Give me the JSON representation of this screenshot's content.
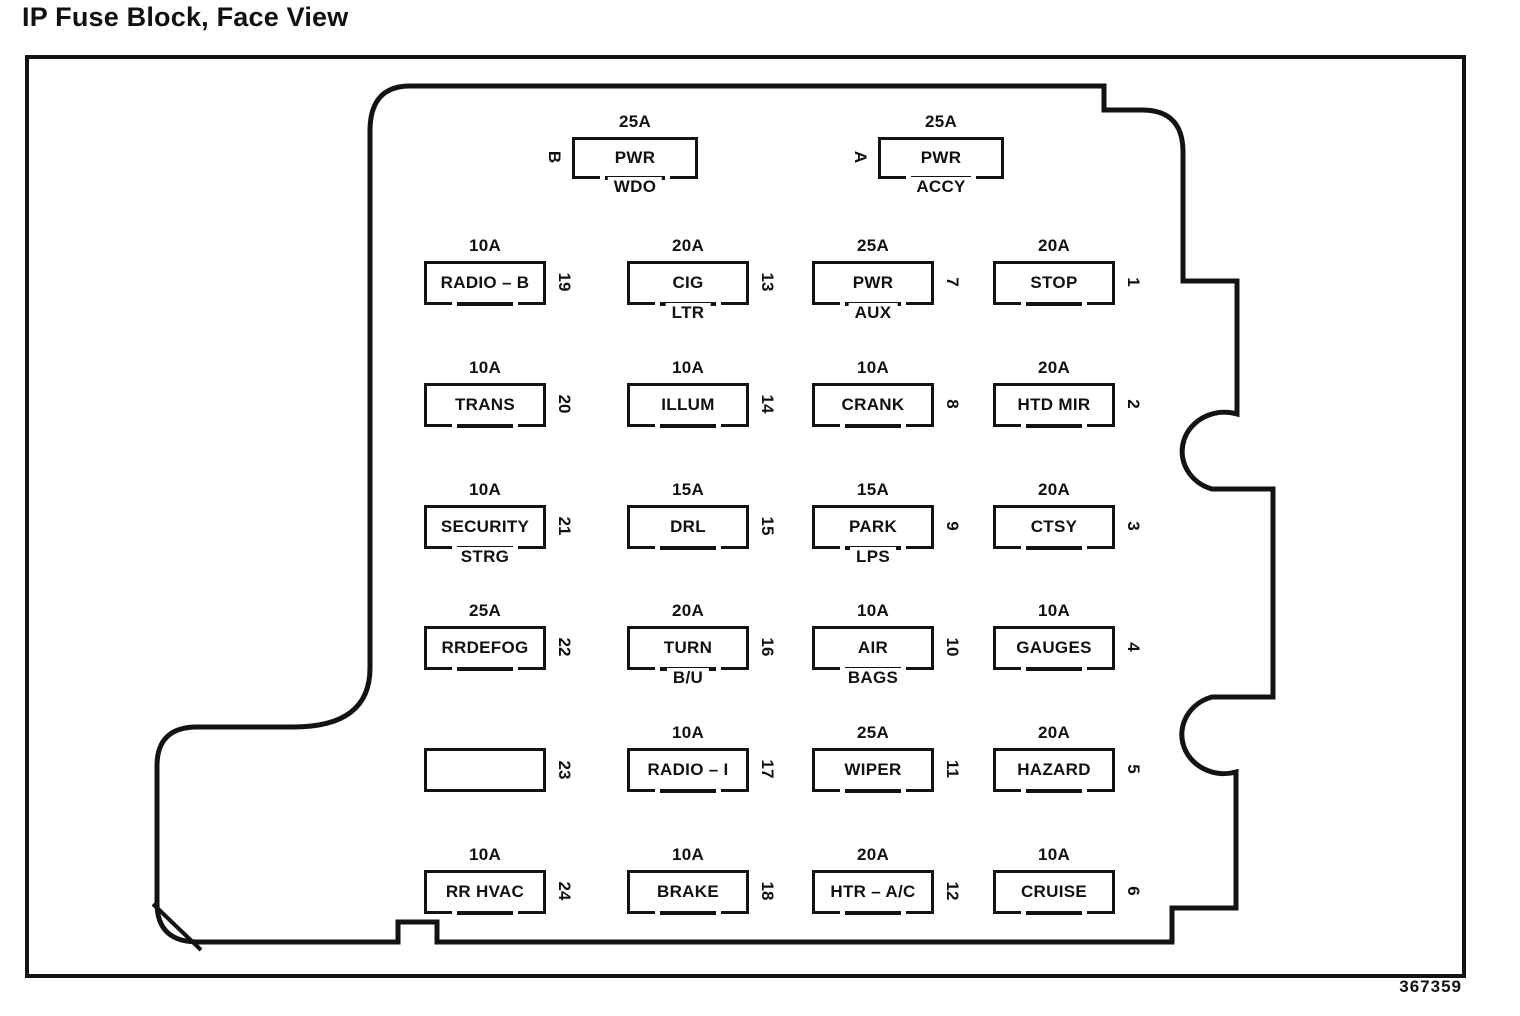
{
  "page": {
    "title": "IP Fuse Block, Face View",
    "figure_number": "367359"
  },
  "fuse_block": {
    "top_fuses": [
      {
        "letter": "B",
        "amp": "25A",
        "line1": "PWR",
        "line2": "WDO"
      },
      {
        "letter": "A",
        "amp": "25A",
        "line1": "PWR",
        "line2": "ACCY"
      }
    ],
    "grid_rows": [
      {
        "cells": [
          {
            "amp": "10A",
            "line1": "RADIO – B",
            "number": "19"
          },
          {
            "amp": "20A",
            "line1": "CIG",
            "line2": "LTR",
            "number": "13"
          },
          {
            "amp": "25A",
            "line1": "PWR",
            "line2": "AUX",
            "number": "7"
          },
          {
            "amp": "20A",
            "line1": "STOP",
            "number": "1"
          }
        ]
      },
      {
        "cells": [
          {
            "amp": "10A",
            "line1": "TRANS",
            "number": "20"
          },
          {
            "amp": "10A",
            "line1": "ILLUM",
            "number": "14"
          },
          {
            "amp": "10A",
            "line1": "CRANK",
            "number": "8"
          },
          {
            "amp": "20A",
            "line1": "HTD MIR",
            "number": "2"
          }
        ]
      },
      {
        "cells": [
          {
            "amp": "10A",
            "line1": "SECURITY",
            "line2": "STRG",
            "number": "21"
          },
          {
            "amp": "15A",
            "line1": "DRL",
            "number": "15"
          },
          {
            "amp": "15A",
            "line1": "PARK",
            "line2": "LPS",
            "number": "9"
          },
          {
            "amp": "20A",
            "line1": "CTSY",
            "number": "3"
          }
        ]
      },
      {
        "cells": [
          {
            "amp": "25A",
            "line1": "RRDEFOG",
            "number": "22"
          },
          {
            "amp": "20A",
            "line1": "TURN",
            "line2": "B/U",
            "number": "16"
          },
          {
            "amp": "10A",
            "line1": "AIR",
            "line2": "BAGS",
            "number": "10"
          },
          {
            "amp": "10A",
            "line1": "GAUGES",
            "number": "4"
          }
        ]
      },
      {
        "cells": [
          {
            "blank": true,
            "number": "23"
          },
          {
            "amp": "10A",
            "line1": "RADIO – I",
            "number": "17"
          },
          {
            "amp": "25A",
            "line1": "WIPER",
            "number": "11"
          },
          {
            "amp": "20A",
            "line1": "HAZARD",
            "number": "5"
          }
        ]
      },
      {
        "cells": [
          {
            "amp": "10A",
            "line1": "RR HVAC",
            "number": "24"
          },
          {
            "amp": "10A",
            "line1": "BRAKE",
            "number": "18"
          },
          {
            "amp": "20A",
            "line1": "HTR – A/C",
            "number": "12"
          },
          {
            "amp": "10A",
            "line1": "CRUISE",
            "number": "6"
          }
        ]
      }
    ]
  }
}
